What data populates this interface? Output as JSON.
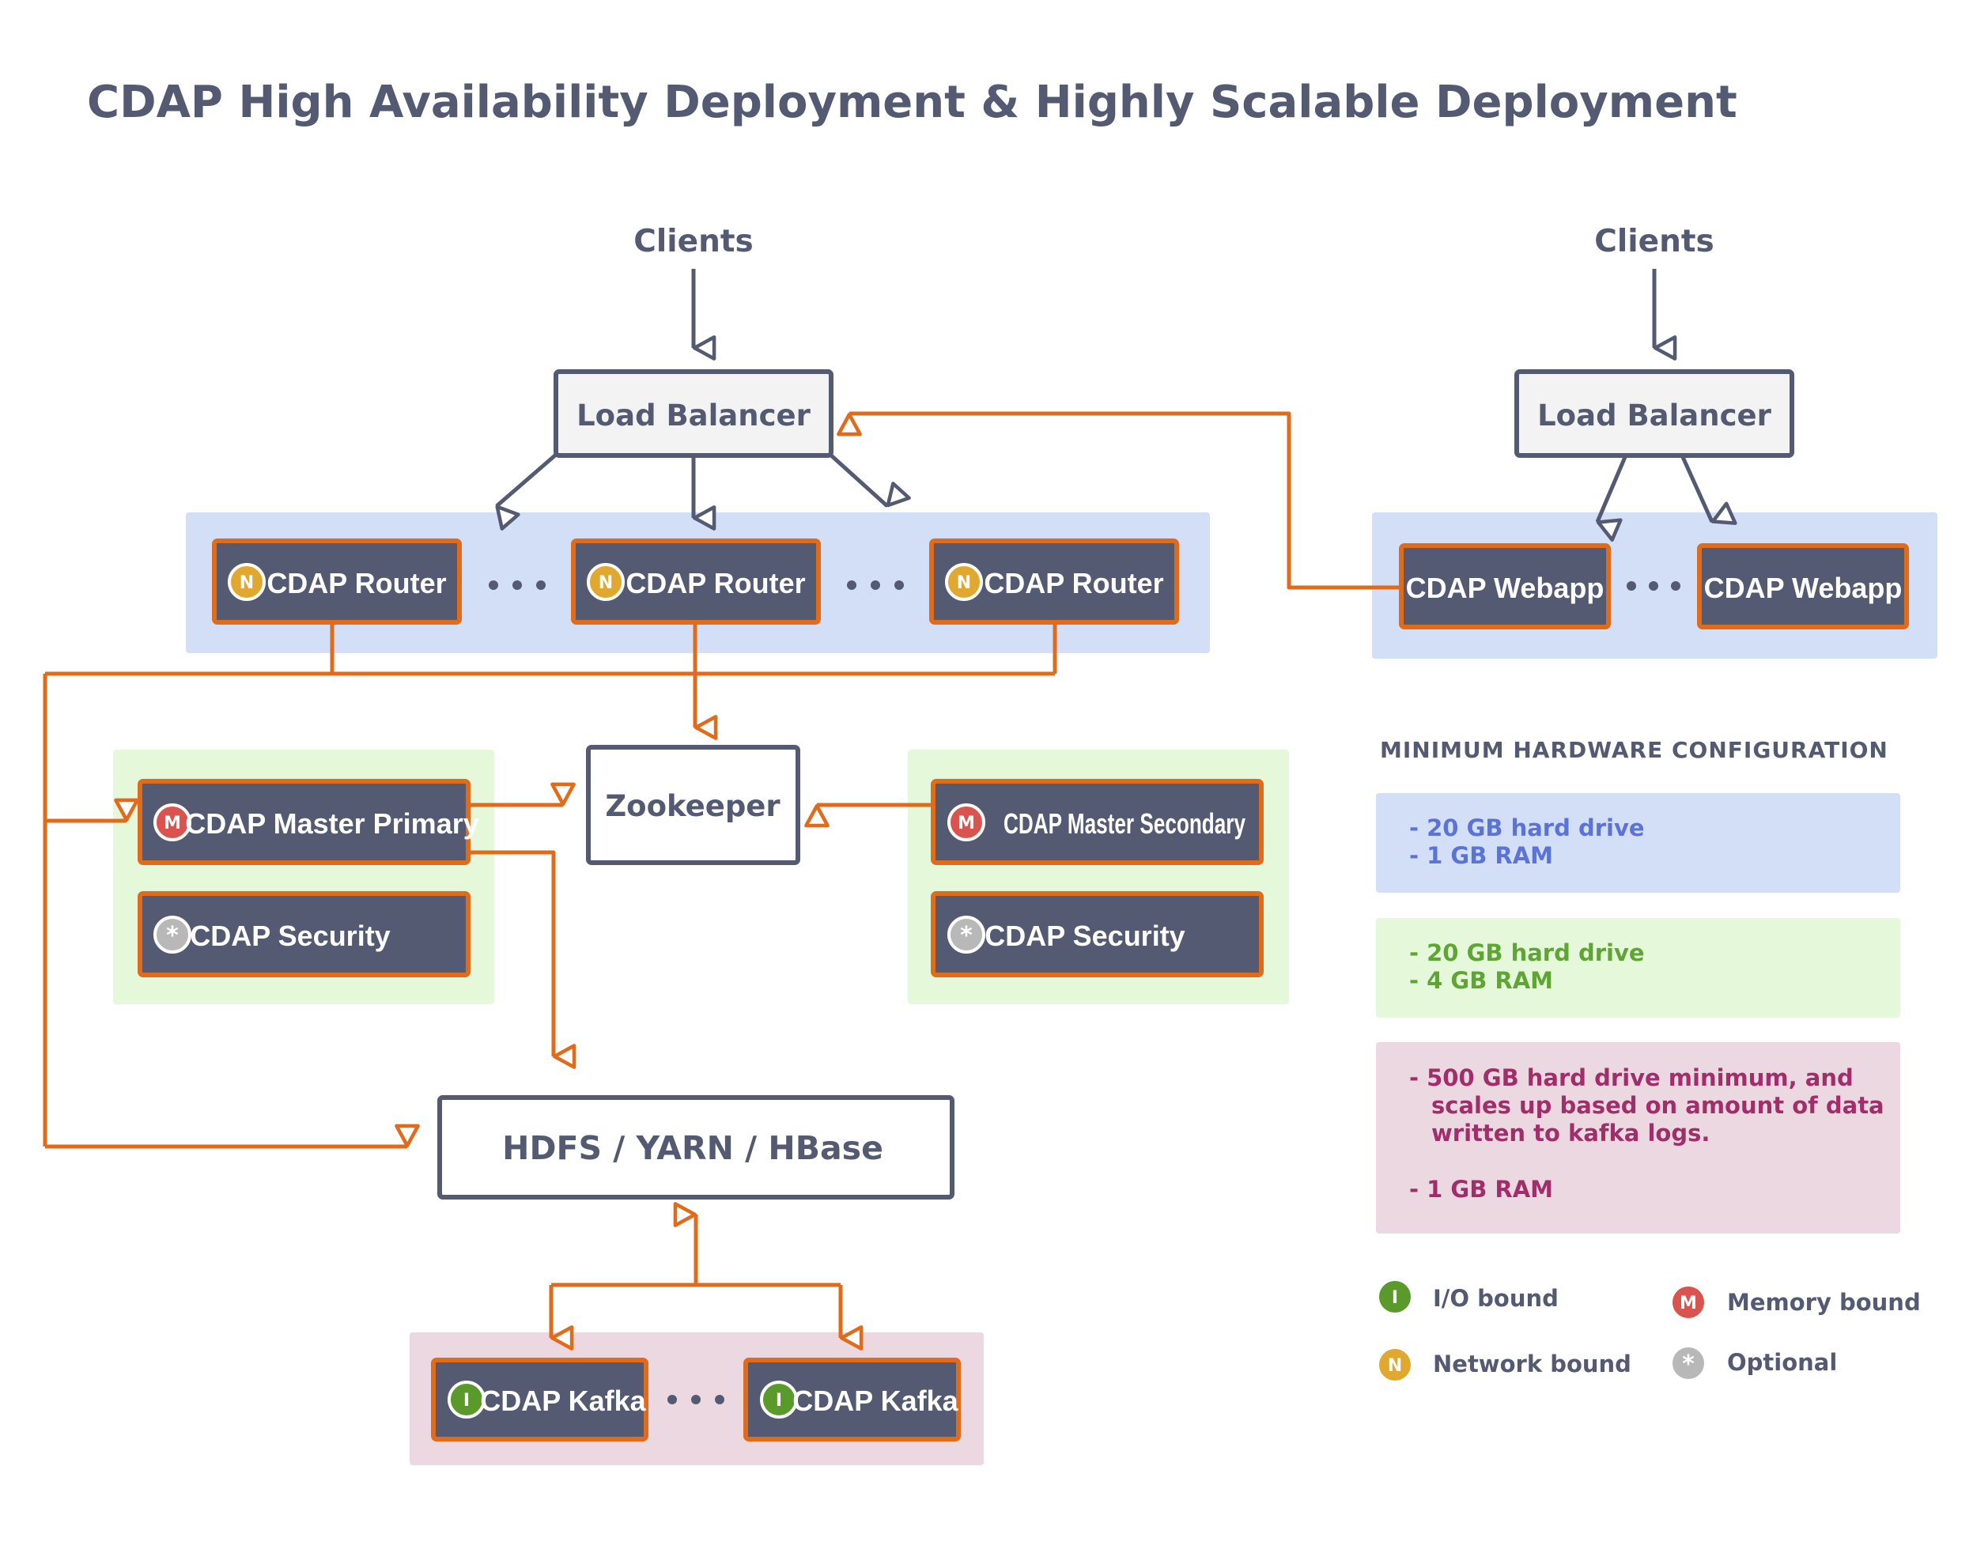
{
  "title": "CDAP High Availability Deployment & Highly Scalable Deployment",
  "left_cluster": {
    "clients_label": "Clients",
    "load_balancer": "Load Balancer",
    "routers": [
      {
        "badge": "N",
        "label": "CDAP Router"
      },
      {
        "badge": "N",
        "label": "CDAP Router"
      },
      {
        "badge": "N",
        "label": "CDAP Router"
      }
    ],
    "zookeeper": "Zookeeper",
    "master_primary": {
      "badge": "M",
      "label": "CDAP Master Primary"
    },
    "security_primary": {
      "badge": "*",
      "label": "CDAP Security"
    },
    "master_secondary": {
      "badge": "M",
      "label": "CDAP Master Secondary"
    },
    "security_secondary": {
      "badge": "*",
      "label": "CDAP Security"
    },
    "hadoop": "HDFS / YARN / HBase",
    "kafkas": [
      {
        "badge": "I",
        "label": "CDAP Kafka"
      },
      {
        "badge": "I",
        "label": "CDAP Kafka"
      }
    ]
  },
  "right_cluster": {
    "clients_label": "Clients",
    "load_balancer": "Load Balancer",
    "webapps": [
      {
        "label": "CDAP Webapp"
      },
      {
        "label": "CDAP Webapp"
      }
    ]
  },
  "hardware": {
    "title": "MINIMUM HARDWARE CONFIGURATION",
    "blue": [
      "- 20 GB hard drive",
      "- 1 GB RAM"
    ],
    "green": [
      "- 20 GB hard drive",
      "- 4 GB RAM"
    ],
    "pink": [
      "- 500 GB hard drive minimum, and",
      "scales up based on amount of data",
      "written to kafka logs.",
      "- 1 GB RAM"
    ]
  },
  "legend": [
    {
      "badge": "I",
      "label": "I/O bound",
      "color": "#5a9a2a"
    },
    {
      "badge": "N",
      "label": "Network bound",
      "color": "#e0a82e"
    },
    {
      "badge": "M",
      "label": "Memory bound",
      "color": "#d9534f"
    },
    {
      "badge": "*",
      "label": "Optional",
      "color": "#b8b8b8"
    }
  ],
  "colors": {
    "text": "#545a72",
    "box_dark": "#545a72",
    "accent_orange": "#e06b1b",
    "zone_blue": "#d2dff7",
    "zone_green": "#e6f8da",
    "zone_pink": "#ecd8e0",
    "hw_blue_text": "#5b73d4",
    "hw_green_text": "#5ea534",
    "hw_pink_text": "#a12e6a",
    "network_badge": "#e0a82e",
    "memory_badge": "#d9534f",
    "io_badge": "#5a9a2a",
    "optional_badge": "#b8b8b8"
  }
}
